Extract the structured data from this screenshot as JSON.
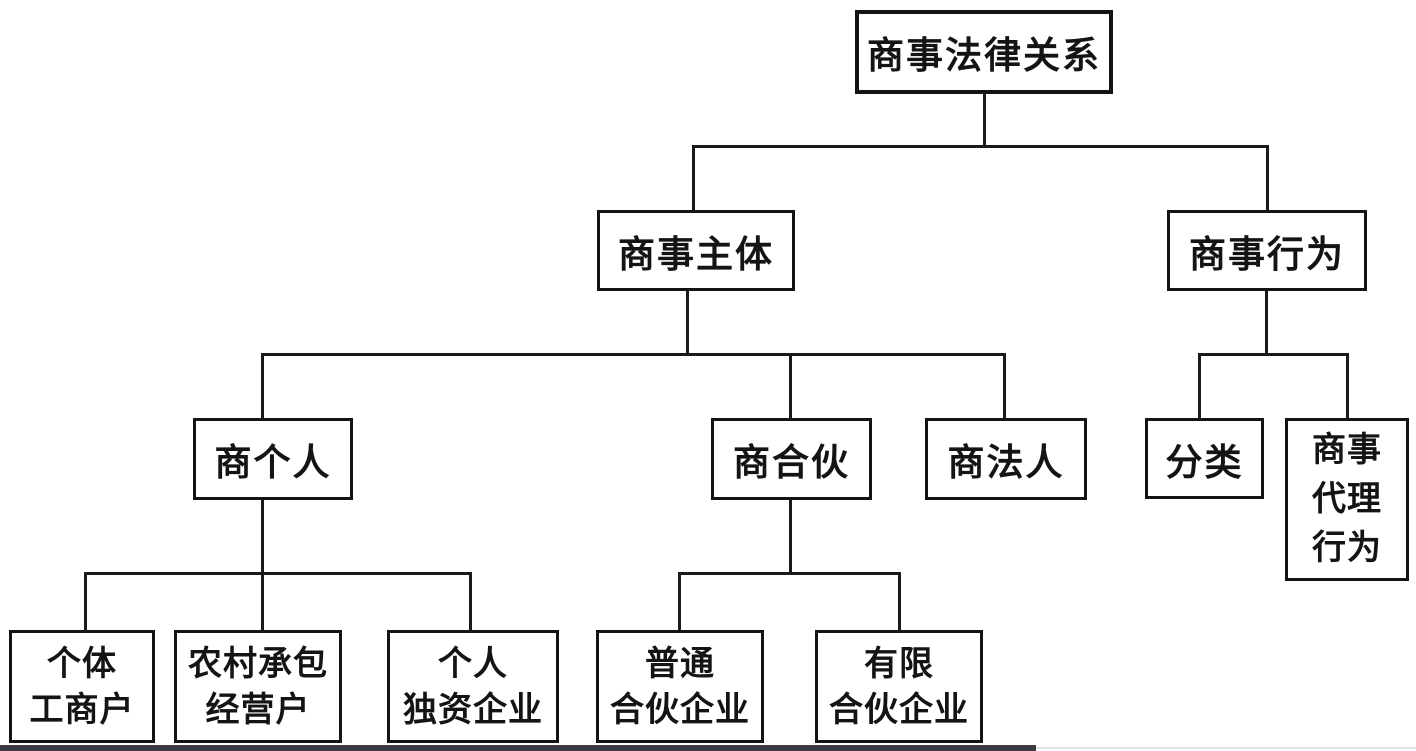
{
  "diagram": {
    "type": "tree",
    "background": "#ffffff",
    "line_color": "#1a1a1a",
    "nodes": {
      "root": {
        "label": "商事法律关系"
      },
      "subject": {
        "label": "商事主体"
      },
      "behavior": {
        "label": "商事行为"
      },
      "individual": {
        "label": "商个人"
      },
      "partnership": {
        "label": "商合伙"
      },
      "legal_person": {
        "label": "商法人"
      },
      "classification": {
        "label": "分类"
      },
      "agency": {
        "label": "商事\n代理\n行为"
      },
      "sole_trader": {
        "label": "个体\n工商户"
      },
      "rural_contractor": {
        "label": "农村承包\n经营户"
      },
      "sole_proprietorship": {
        "label": "个人\n独资企业"
      },
      "general_partnership": {
        "label": "普通\n合伙企业"
      },
      "limited_partnership": {
        "label": "有限\n合伙企业"
      }
    },
    "edges": [
      [
        "root",
        "subject"
      ],
      [
        "root",
        "behavior"
      ],
      [
        "subject",
        "individual"
      ],
      [
        "subject",
        "partnership"
      ],
      [
        "subject",
        "legal_person"
      ],
      [
        "behavior",
        "classification"
      ],
      [
        "behavior",
        "agency"
      ],
      [
        "individual",
        "sole_trader"
      ],
      [
        "individual",
        "rural_contractor"
      ],
      [
        "individual",
        "sole_proprietorship"
      ],
      [
        "partnership",
        "general_partnership"
      ],
      [
        "partnership",
        "limited_partnership"
      ]
    ]
  }
}
